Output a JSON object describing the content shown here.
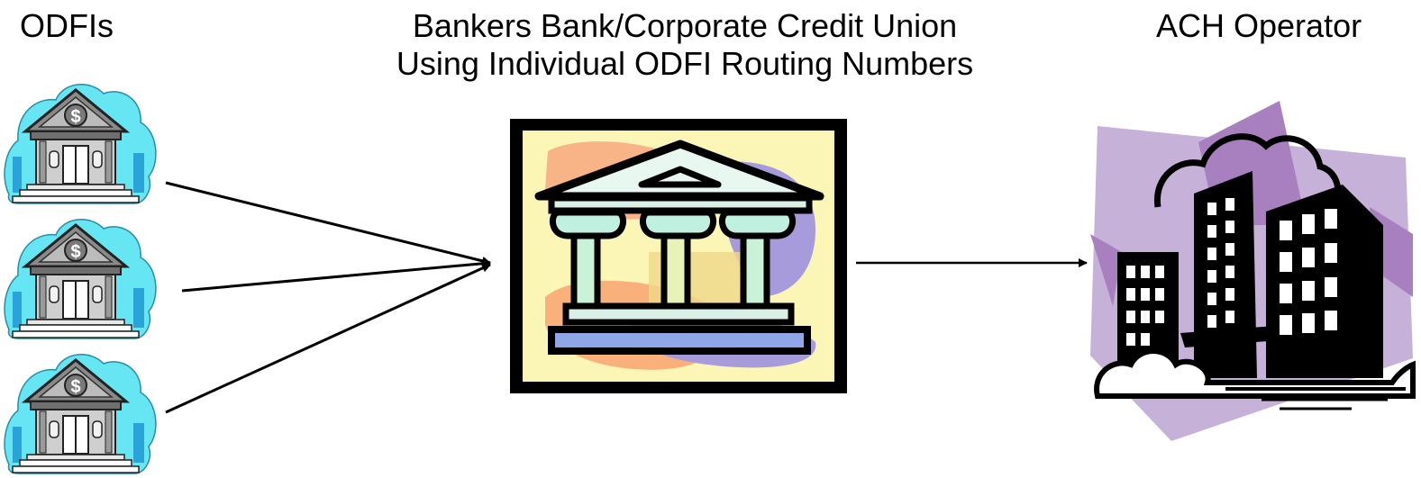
{
  "left_column": {
    "label": "ODFIs"
  },
  "center_column": {
    "label_line1": "Bankers Bank/Corporate Credit Union",
    "label_line2": "Using Individual ODFI Routing Numbers"
  },
  "right_column": {
    "label": "ACH Operator"
  },
  "icons": {
    "odfi_bank": "bank-dollar-icon",
    "bankers_bank": "bank-building-icon",
    "ach_operator": "office-buildings-icon"
  },
  "colors": {
    "odfi_sky": "#66e6f2",
    "bank_frame_fill": "#fbf6b5",
    "ach_background": "#c6b1d8",
    "arrow": "#000000"
  }
}
